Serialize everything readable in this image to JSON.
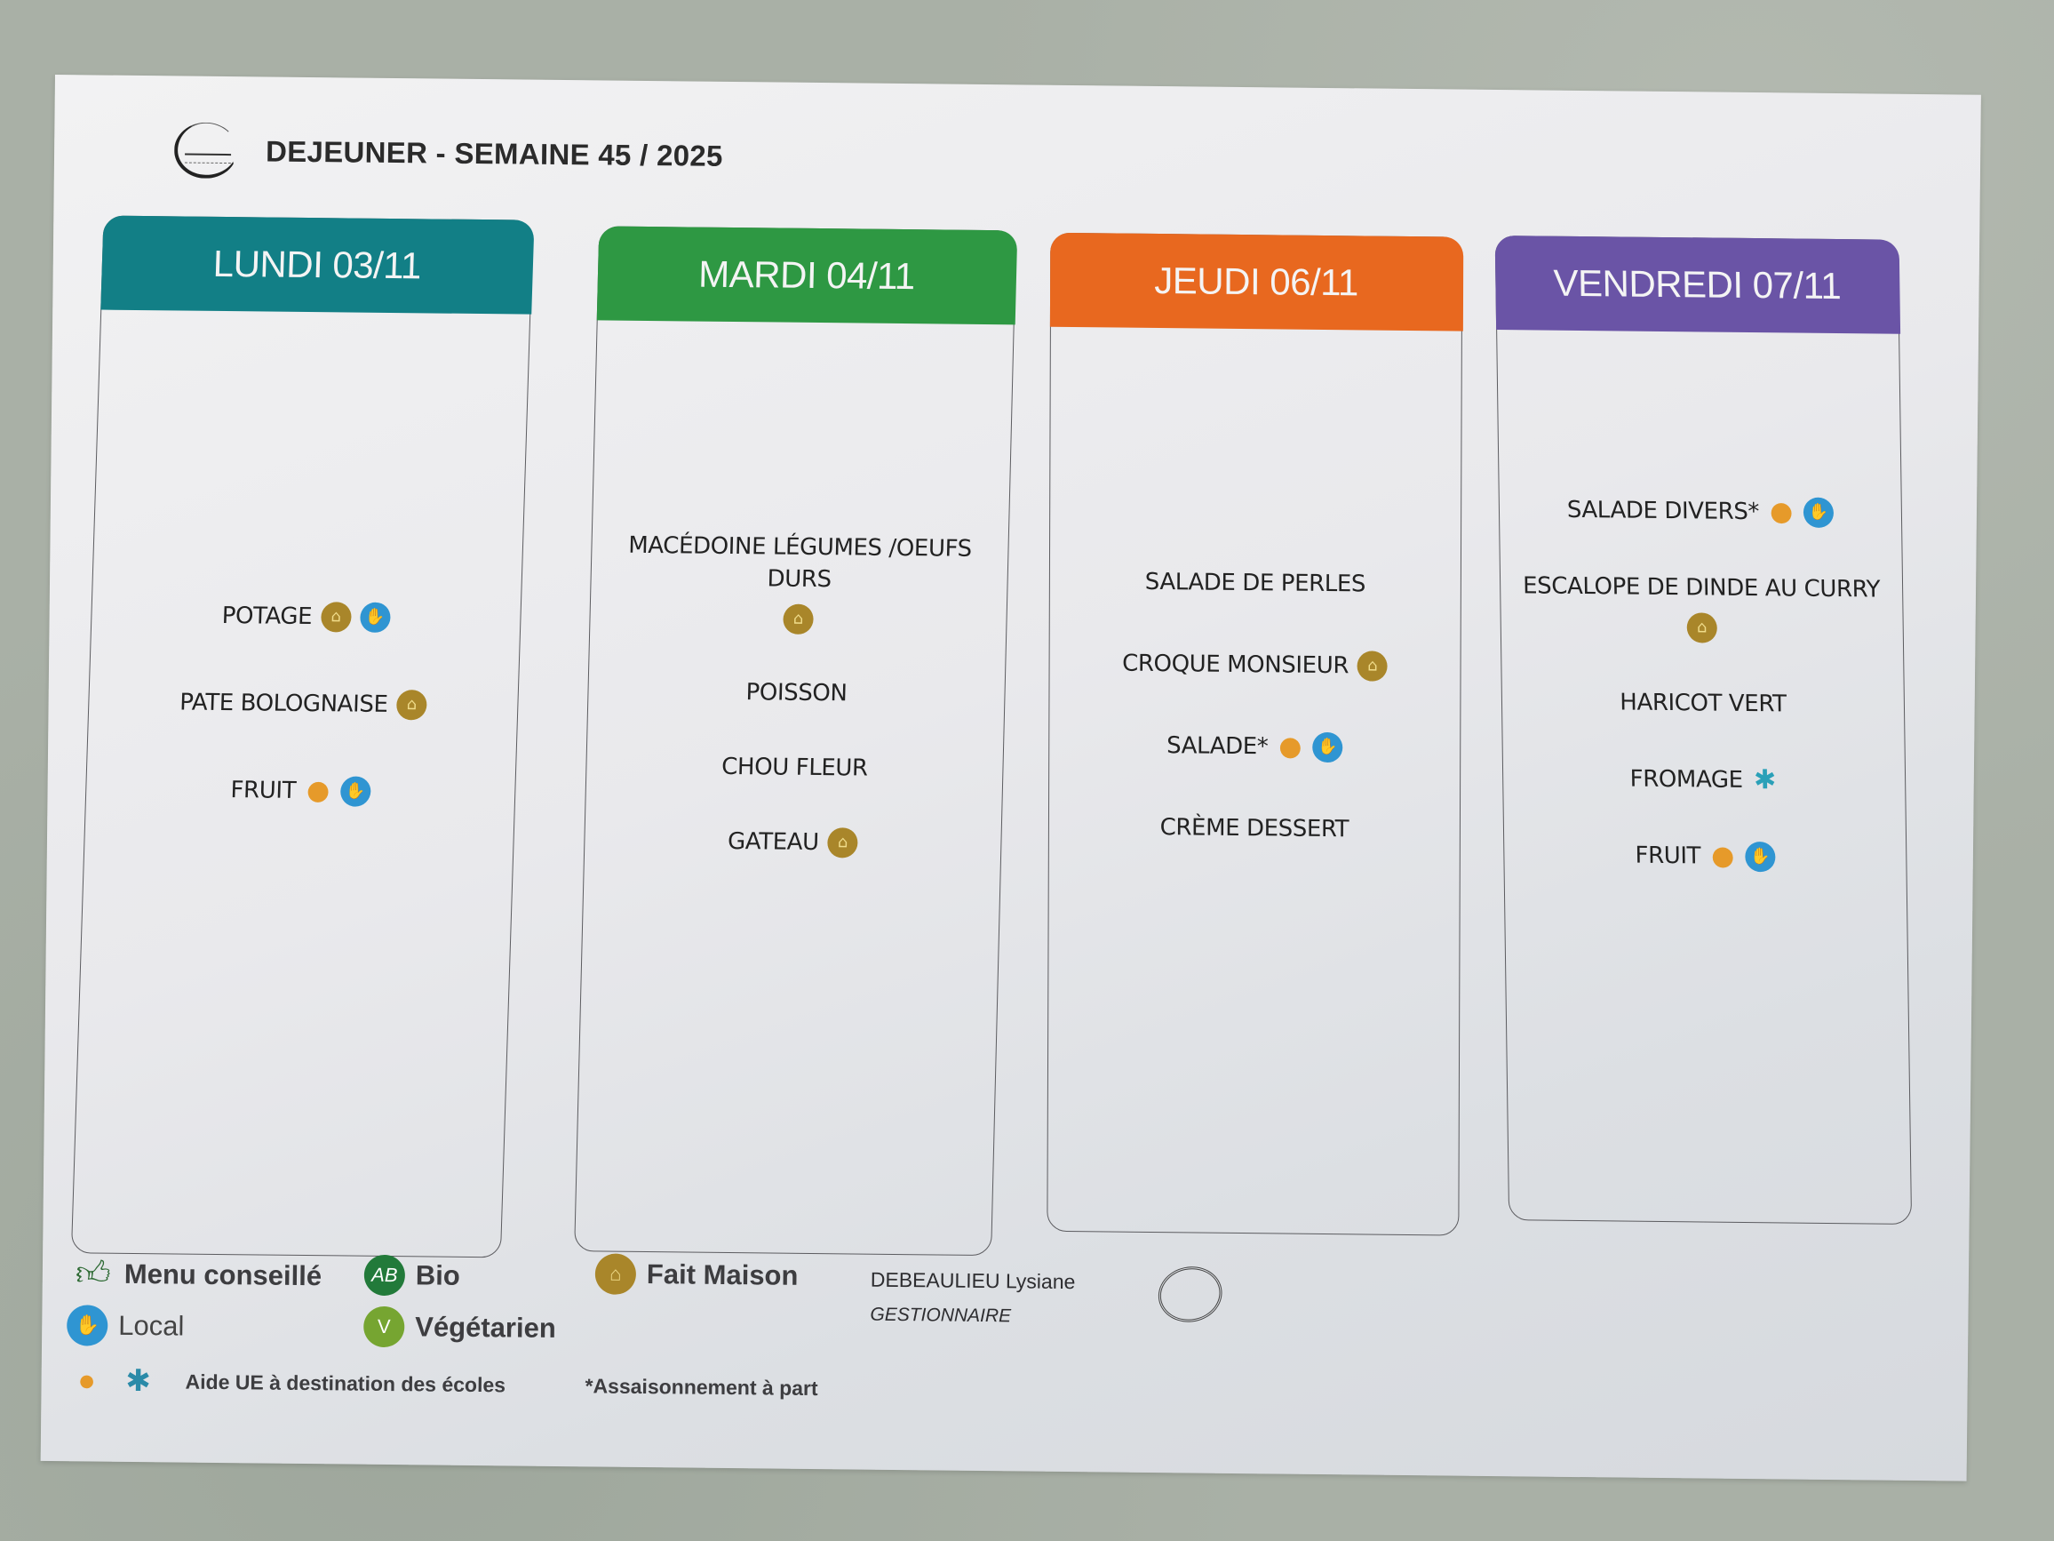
{
  "document": {
    "title": "DEJEUNER - SEMAINE 45 / 2025",
    "logo_icon": "school-logo-icon"
  },
  "days": [
    {
      "label": "LUNDI 03/11",
      "color": "#127f86",
      "dishes": [
        {
          "name": "POTAGE",
          "tags": [
            "fait-maison",
            "local"
          ]
        },
        {
          "name": "PATE BOLOGNAISE",
          "tags": [
            "fait-maison"
          ]
        },
        {
          "name": "FRUIT",
          "tags": [
            "aide-ue-fruit",
            "local"
          ]
        }
      ]
    },
    {
      "label": "MARDI 04/11",
      "color": "#2e9843",
      "dishes": [
        {
          "name": "MACÉDOINE LÉGUMES /OEUFS DURS",
          "tags": [
            "fait-maison"
          ]
        },
        {
          "name": "POISSON",
          "tags": []
        },
        {
          "name": "CHOU FLEUR",
          "tags": []
        },
        {
          "name": "GATEAU",
          "tags": [
            "fait-maison"
          ]
        }
      ]
    },
    {
      "label": "JEUDI 06/11",
      "color": "#e8681f",
      "dishes": [
        {
          "name": "SALADE DE PERLES",
          "tags": []
        },
        {
          "name": "CROQUE MONSIEUR",
          "tags": [
            "fait-maison"
          ]
        },
        {
          "name": "SALADE*",
          "tags": [
            "aide-ue-fruit",
            "local"
          ]
        },
        {
          "name": "CRÈME DESSERT",
          "tags": []
        }
      ]
    },
    {
      "label": "VENDREDI 07/11",
      "color": "#6a54a6",
      "dishes": [
        {
          "name": "SALADE DIVERS*",
          "tags": [
            "aide-ue-fruit",
            "local"
          ]
        },
        {
          "name": "ESCALOPE DE DINDE AU CURRY",
          "tags": [
            "fait-maison"
          ]
        },
        {
          "name": "HARICOT VERT",
          "tags": []
        },
        {
          "name": "FROMAGE",
          "tags": [
            "aide-ue-lait"
          ]
        },
        {
          "name": "FRUIT",
          "tags": [
            "aide-ue-fruit",
            "local"
          ]
        }
      ]
    }
  ],
  "legend": {
    "menu_conseille": "Menu conseillé",
    "bio": "Bio",
    "fait_maison": "Fait Maison",
    "local": "Local",
    "vegetarien": "Végétarien",
    "aide_ue": "Aide UE à destination des écoles",
    "assaisonnement": "*Assaisonnement à part",
    "bio_glyph": "AB",
    "colors": {
      "menu_conseille": "#2f6b35",
      "bio": "#227a3a",
      "fait_maison": "#a9862a",
      "local": "#2f95d2",
      "vegetarien": "#76a531"
    }
  },
  "signature": {
    "name": "DEBEAULIEU Lysiane",
    "role": "GESTIONNAIRE"
  }
}
